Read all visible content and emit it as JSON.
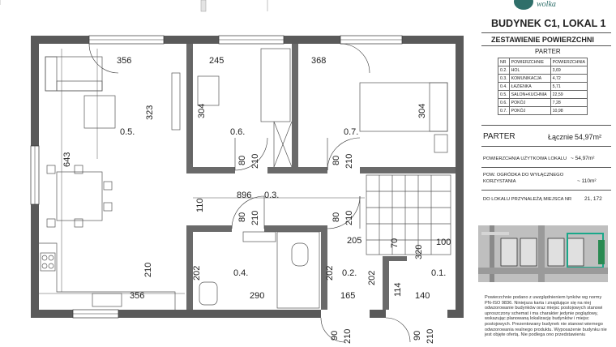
{
  "logo_text": "wolka",
  "plan": {
    "room_labels": {
      "salon": "0.5.",
      "room6": "0.6.",
      "room7": "0.7.",
      "corridor": "0.3.",
      "bath": "0.4.",
      "hall": "0.2.",
      "stair": "0.1."
    },
    "dimensions": {
      "d356_top": "356",
      "d245": "245",
      "d368": "368",
      "d323": "323",
      "d304_l": "304",
      "d304_r": "304",
      "d643": "643",
      "d896": "896",
      "d110": "110",
      "d80_a": "80",
      "d210_a": "210",
      "d80_b": "80",
      "d210_b": "210",
      "d80_c": "80",
      "d210_c": "210",
      "d80_d": "80",
      "d210_d": "210",
      "d205": "205",
      "d70": "70",
      "d320": "320",
      "d100": "100",
      "d210_k": "210",
      "d202_a": "202",
      "d202_b": "202",
      "d202_c": "202",
      "d290": "290",
      "d165": "165",
      "d114": "114",
      "d140": "140",
      "d356_bot": "356",
      "d90_a": "90",
      "d210_e": "210",
      "d90_b": "90",
      "d210_f": "210"
    }
  },
  "panel": {
    "title": "BUDYNEK C1, LOKAL 1",
    "subtitle": "ZESTAWIENIE POWIERZCHNI",
    "floor": "PARTER",
    "table_headers": [
      "NR",
      "POWIERZCHNIE",
      "POWIERZCHNIA"
    ],
    "rooms": [
      {
        "nr": "0.2.",
        "name": "HOL",
        "area": "3,69"
      },
      {
        "nr": "0.3.",
        "name": "KOMUNIKACJA",
        "area": "4,72"
      },
      {
        "nr": "0.4.",
        "name": "ŁAZIENKA",
        "area": "5,71"
      },
      {
        "nr": "0.5.",
        "name": "SALON+KUCHNIA",
        "area": "22,59"
      },
      {
        "nr": "0.6.",
        "name": "POKÓJ",
        "area": "7,28"
      },
      {
        "nr": "0.7.",
        "name": "POKÓJ",
        "area": "10,98"
      }
    ],
    "total_floor": "PARTER",
    "total_label": "Łącznie",
    "total_value": "54,97m²",
    "usable_label": "POWIERZCHNIA UŻYTKOWA LOKALU",
    "usable_value": "~ 54,97m²",
    "garden_label_1": "POW. OGRÓDKA DO WYŁĄCZNEGO",
    "garden_label_2": "KORZYSTANIA",
    "garden_value": "~ 110m²",
    "parking_label": "DO LOKALU PRZYNALEŻĄ MIEJSCA NR",
    "parking_value": "21, 172",
    "note": "Powierzchnie podano z uwzględnieniem tynków wg normy PN-ISO 9836. Niniejsza karta i znajdujące się na niej odwzorowanie budynków oraz miejsc postojowych stanowi uproszczony schemat i ma charakter jedynie poglądowy, wskazując planowaną lokalizację budynków i miejsc postojowych. Prezentowany budynek nie stanowi wiernego odwzorowania realnego produktu. Wyposażenie budynku nie jest objęte ofertą. Nie podlega ono przedstawieniu"
  }
}
